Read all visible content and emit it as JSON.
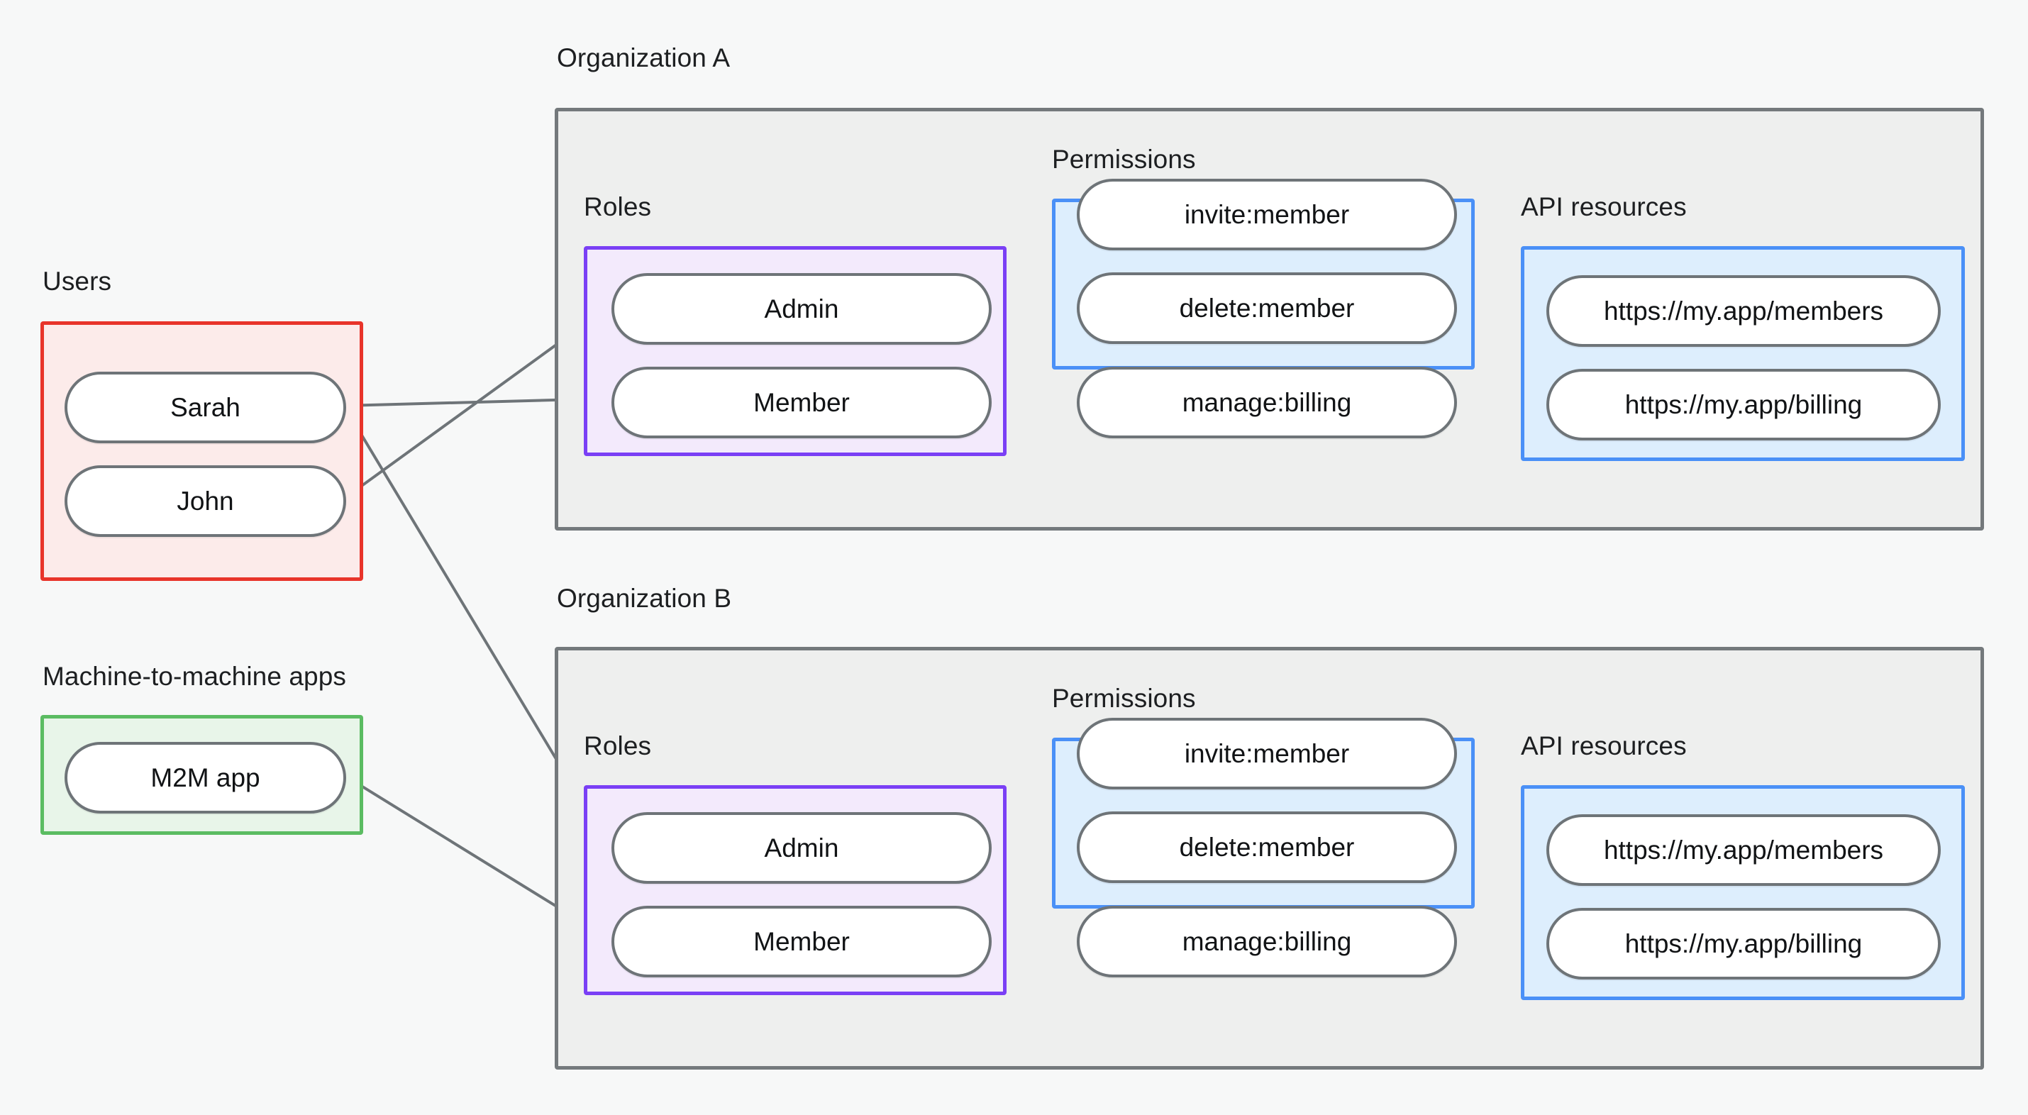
{
  "diagram": {
    "title_semantic": "rbac-organizations-diagram",
    "background_color": "#f7f8f8",
    "groups": {
      "users": {
        "label": "Users",
        "border_color": "#e8342a",
        "fill_color": "#fcebea",
        "nodes": [
          {
            "label": "Sarah"
          },
          {
            "label": "John"
          }
        ]
      },
      "m2m": {
        "label": "Machine-to-machine apps",
        "border_color": "#5bbc62",
        "fill_color": "#e8f5e9",
        "nodes": [
          {
            "label": "M2M app"
          }
        ]
      },
      "org_a": {
        "label": "Organization A",
        "border_color": "#74797c",
        "fill_color": "#eeefee",
        "roles": {
          "label": "Roles",
          "border_color": "#7a3ff5",
          "fill_color": "#f3eafc",
          "nodes": [
            {
              "label": "Admin"
            },
            {
              "label": "Member"
            }
          ]
        },
        "permissions": {
          "label": "Permissions",
          "border_color": "#4a90f7",
          "fill_color": "#ddeefd",
          "nodes": [
            {
              "label": "invite:member"
            },
            {
              "label": "delete:member"
            },
            {
              "label": "manage:billing"
            }
          ]
        },
        "api_resources": {
          "label": "API resources",
          "border_color": "#4a90f7",
          "fill_color": "#ddeefd",
          "nodes": [
            {
              "label": "https://my.app/members"
            },
            {
              "label": "https://my.app/billing"
            }
          ]
        }
      },
      "org_b": {
        "label": "Organization B",
        "border_color": "#74797c",
        "fill_color": "#eeefee",
        "roles": {
          "label": "Roles",
          "border_color": "#7a3ff5",
          "fill_color": "#f3eafc",
          "nodes": [
            {
              "label": "Admin"
            },
            {
              "label": "Member"
            }
          ]
        },
        "permissions": {
          "label": "Permissions",
          "border_color": "#4a90f7",
          "fill_color": "#ddeefd",
          "nodes": [
            {
              "label": "invite:member"
            },
            {
              "label": "delete:member"
            },
            {
              "label": "manage:billing"
            }
          ]
        },
        "api_resources": {
          "label": "API resources",
          "border_color": "#4a90f7",
          "fill_color": "#ddeefd",
          "nodes": [
            {
              "label": "https://my.app/members"
            },
            {
              "label": "https://my.app/billing"
            }
          ]
        }
      }
    },
    "edge_color": "#6e7478",
    "edge_endpoint_dot_color": "#6e7478",
    "connections": [
      {
        "from": "Sarah",
        "to": "Organization A / Member"
      },
      {
        "from": "Sarah",
        "to": "Organization B / Admin"
      },
      {
        "from": "John",
        "to": "Organization A / Admin"
      },
      {
        "from": "M2M app",
        "to": "Organization B / Member"
      },
      {
        "from": "Organization A / Admin",
        "to": "Organization A / invite:member"
      },
      {
        "from": "Organization A / Admin",
        "to": "Organization A / delete:member"
      },
      {
        "from": "Organization A / Member",
        "to": "Organization A / manage:billing"
      },
      {
        "from": "Organization A / invite:member",
        "to": "Organization A / https://my.app/members"
      },
      {
        "from": "Organization A / delete:member",
        "to": "Organization A / https://my.app/members"
      },
      {
        "from": "Organization A / manage:billing",
        "to": "Organization A / https://my.app/billing"
      },
      {
        "from": "Organization B / Admin",
        "to": "Organization B / invite:member"
      },
      {
        "from": "Organization B / Admin",
        "to": "Organization B / delete:member"
      },
      {
        "from": "Organization B / Member",
        "to": "Organization B / manage:billing"
      },
      {
        "from": "Organization B / invite:member",
        "to": "Organization B / https://my.app/members"
      },
      {
        "from": "Organization B / delete:member",
        "to": "Organization B / https://my.app/members"
      },
      {
        "from": "Organization B / manage:billing",
        "to": "Organization B / https://my.app/billing"
      }
    ]
  }
}
